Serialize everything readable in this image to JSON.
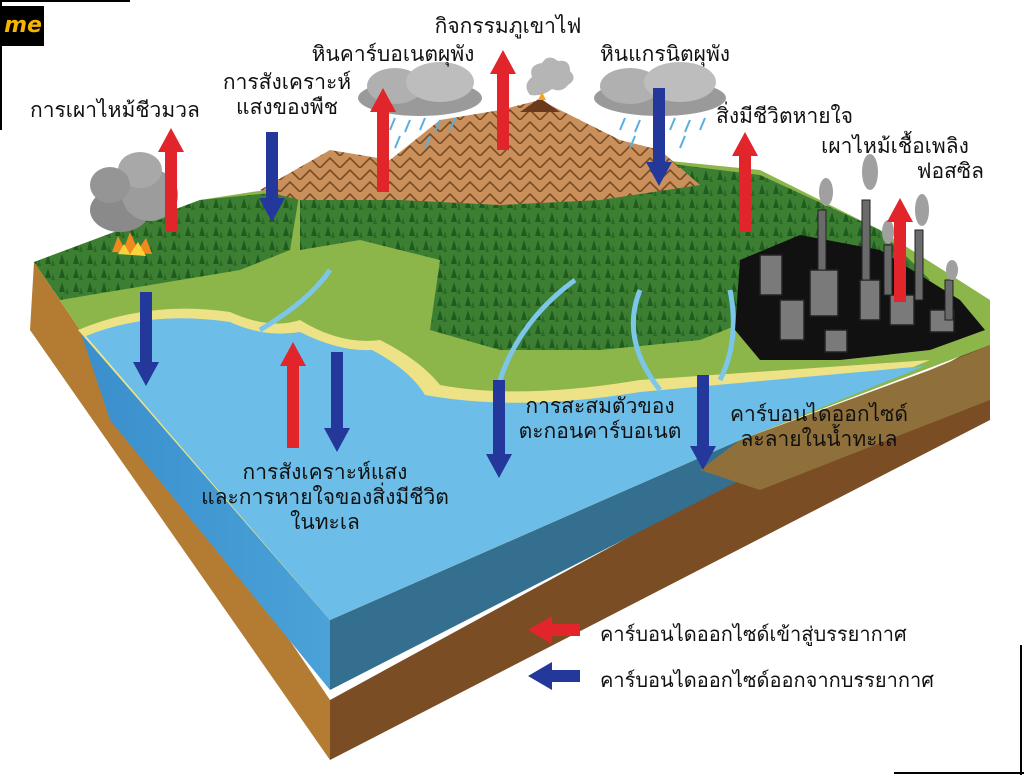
{
  "logo": "me",
  "labels": {
    "biomass_burning": "การเผาไหม้ชีวมวล",
    "photosynthesis_plants_l1": "การสังเคราะห์",
    "photosynthesis_plants_l2": "แสงของพืช",
    "carbonate_weathering": "หินคาร์บอเนตผุพัง",
    "volcanic_activity": "กิจกรรมภูเขาไฟ",
    "granite_weathering": "หินแกรนิตผุพัง",
    "respiration": "สิ่งมีชีวิตหายใจ",
    "fossil_fuel_l1": "เผาไหม้เชื้อเพลิง",
    "fossil_fuel_l2": "ฟอสซิล",
    "carbonate_sediment_l1": "การสะสมตัวของ",
    "carbonate_sediment_l2": "ตะกอนคาร์บอเนต",
    "ocean_dissolve_l1": "คาร์บอนไดออกไซด์",
    "ocean_dissolve_l2": "ละลายในน้ำทะเล",
    "marine_l1": "การสังเคราะห์แสง",
    "marine_l2": "และการหายใจของสิ่งมีชีวิต",
    "marine_l3": "ในทะเล"
  },
  "legend": {
    "into_atmosphere": "คาร์บอนไดออกไซด์เข้าสู่บรรยากาศ",
    "out_of_atmosphere": "คาร์บอนไดออกไซด์ออกจากบรรยากาศ"
  },
  "colors": {
    "into_arrow": "#e2242b",
    "out_arrow": "#23389a",
    "ocean": "#6cbde8",
    "land": "#8cb54a",
    "forest": "#2f6e2a",
    "soil": "#b07a34",
    "mountain": "#c9905c"
  }
}
